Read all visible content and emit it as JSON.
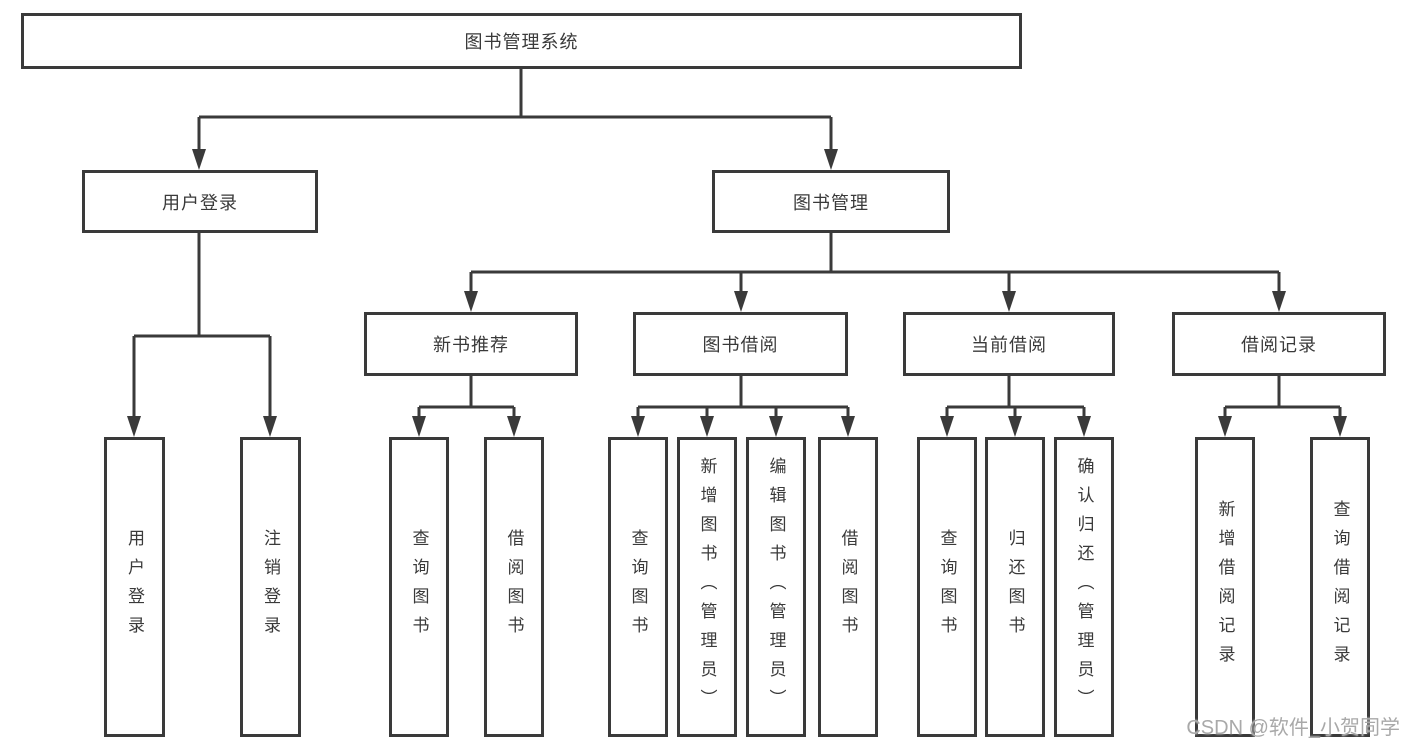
{
  "watermark": "CSDN @软件_小贺同学",
  "colors": {
    "line": "#3a3a3a",
    "box_border": "#3a3a3a",
    "text": "#3a3a3a",
    "background": "#ffffff",
    "watermark": "#a9a9a9"
  },
  "nodes": {
    "root": "图书管理系统",
    "user_login": "用户登录",
    "book_management": "图书管理",
    "new_book_recommend": "新书推荐",
    "book_borrow": "图书借阅",
    "current_borrow": "当前借阅",
    "borrow_record": "借阅记录",
    "leaves": {
      "user_login": [
        "用户登录",
        "注销登录"
      ],
      "new_book_recommend": [
        "查询图书",
        "借阅图书"
      ],
      "book_borrow": [
        "查询图书",
        "新增图书（管理员）",
        "编辑图书（管理员）",
        "借阅图书"
      ],
      "current_borrow": [
        "查询图书",
        "归还图书",
        "确认归还（管理员）"
      ],
      "borrow_record": [
        "新增借阅记录",
        "查询借阅记录"
      ]
    }
  }
}
